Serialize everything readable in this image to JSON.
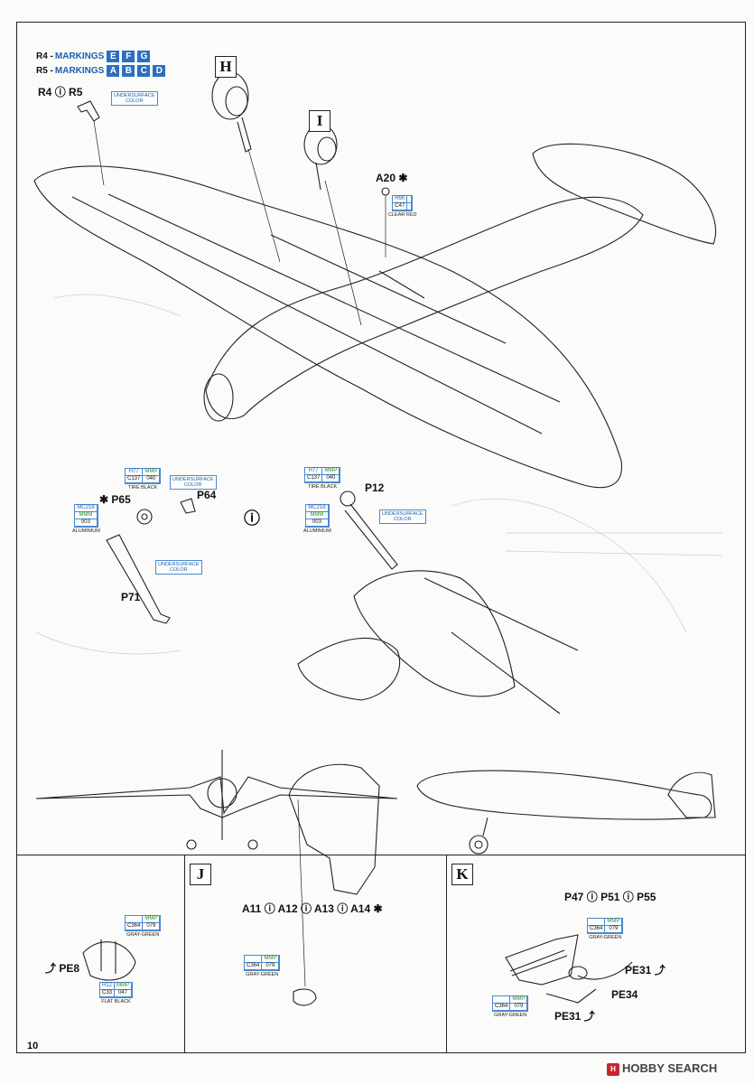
{
  "markings": {
    "r4": {
      "code": "R4 - ",
      "label": "MARKINGS",
      "boxes": [
        "E",
        "F",
        "G"
      ]
    },
    "r5": {
      "code": "R5 - ",
      "label": "MARKINGS",
      "boxes": [
        "A",
        "B",
        "C",
        "D"
      ]
    }
  },
  "parts": {
    "r4": "R4",
    "r5": "R5",
    "a20": "A20",
    "p64": "P64",
    "p65": "P65",
    "p71": "P71",
    "p12": "P12",
    "pe8": "PE8",
    "a11": "A11",
    "a12": "A12",
    "a13": "A13",
    "a14": "A14",
    "p47": "P47",
    "p51": "P51",
    "p55": "P55",
    "pe31a": "PE31",
    "pe31b": "PE31",
    "pe34": "PE34"
  },
  "steps": {
    "h": "H",
    "i": "I",
    "j": "J",
    "k": "K"
  },
  "notes": {
    "underside_r4": "UNDERSURFACE\nCOLOR",
    "underside_p64": "UNDERSURFACE\nCOLOR",
    "underside_p71": "UNDERSURFACE\nCOLOR",
    "underside_p12": "UNDERSURFACE\nCOLOR"
  },
  "paints": {
    "h90": {
      "cells": [
        "H90",
        "",
        "C47",
        ""
      ],
      "name": "CLEAR RED"
    },
    "tire1": {
      "cells": [
        "H77",
        "MMP",
        "C137",
        "040"
      ],
      "name": "TIRE BLACK"
    },
    "alu1": {
      "cells": [
        "MC218",
        "",
        "MMM",
        "",
        "003",
        ""
      ],
      "name": "ALUMINIUM"
    },
    "tire2": {
      "cells": [
        "H77",
        "MMP",
        "C137",
        "040"
      ],
      "name": "TIRE BLACK"
    },
    "alu2": {
      "cells": [
        "MC218",
        "",
        "MMM",
        "",
        "003",
        ""
      ],
      "name": "ALUMINIUM"
    },
    "gg_pe8": {
      "cells": [
        "",
        "MMP",
        "C364",
        "079"
      ],
      "name": "GRAY-GREEN"
    },
    "fb_pe8": {
      "cells": [
        "H12",
        "MMP",
        "C33",
        "047"
      ],
      "name": "FLAT BLACK"
    },
    "gg_j": {
      "cells": [
        "",
        "MMP",
        "C364",
        "079"
      ],
      "name": "GRAY-GREEN"
    },
    "gg_k1": {
      "cells": [
        "",
        "MMP",
        "C364",
        "079"
      ],
      "name": "GRAY-GREEN"
    },
    "gg_k2": {
      "cells": [
        "",
        "MMP",
        "C364",
        "079"
      ],
      "name": "GRAY-GREEN"
    }
  },
  "page_number": "10",
  "watermark": {
    "logo": "H",
    "text": "HOBBY SEARCH"
  }
}
